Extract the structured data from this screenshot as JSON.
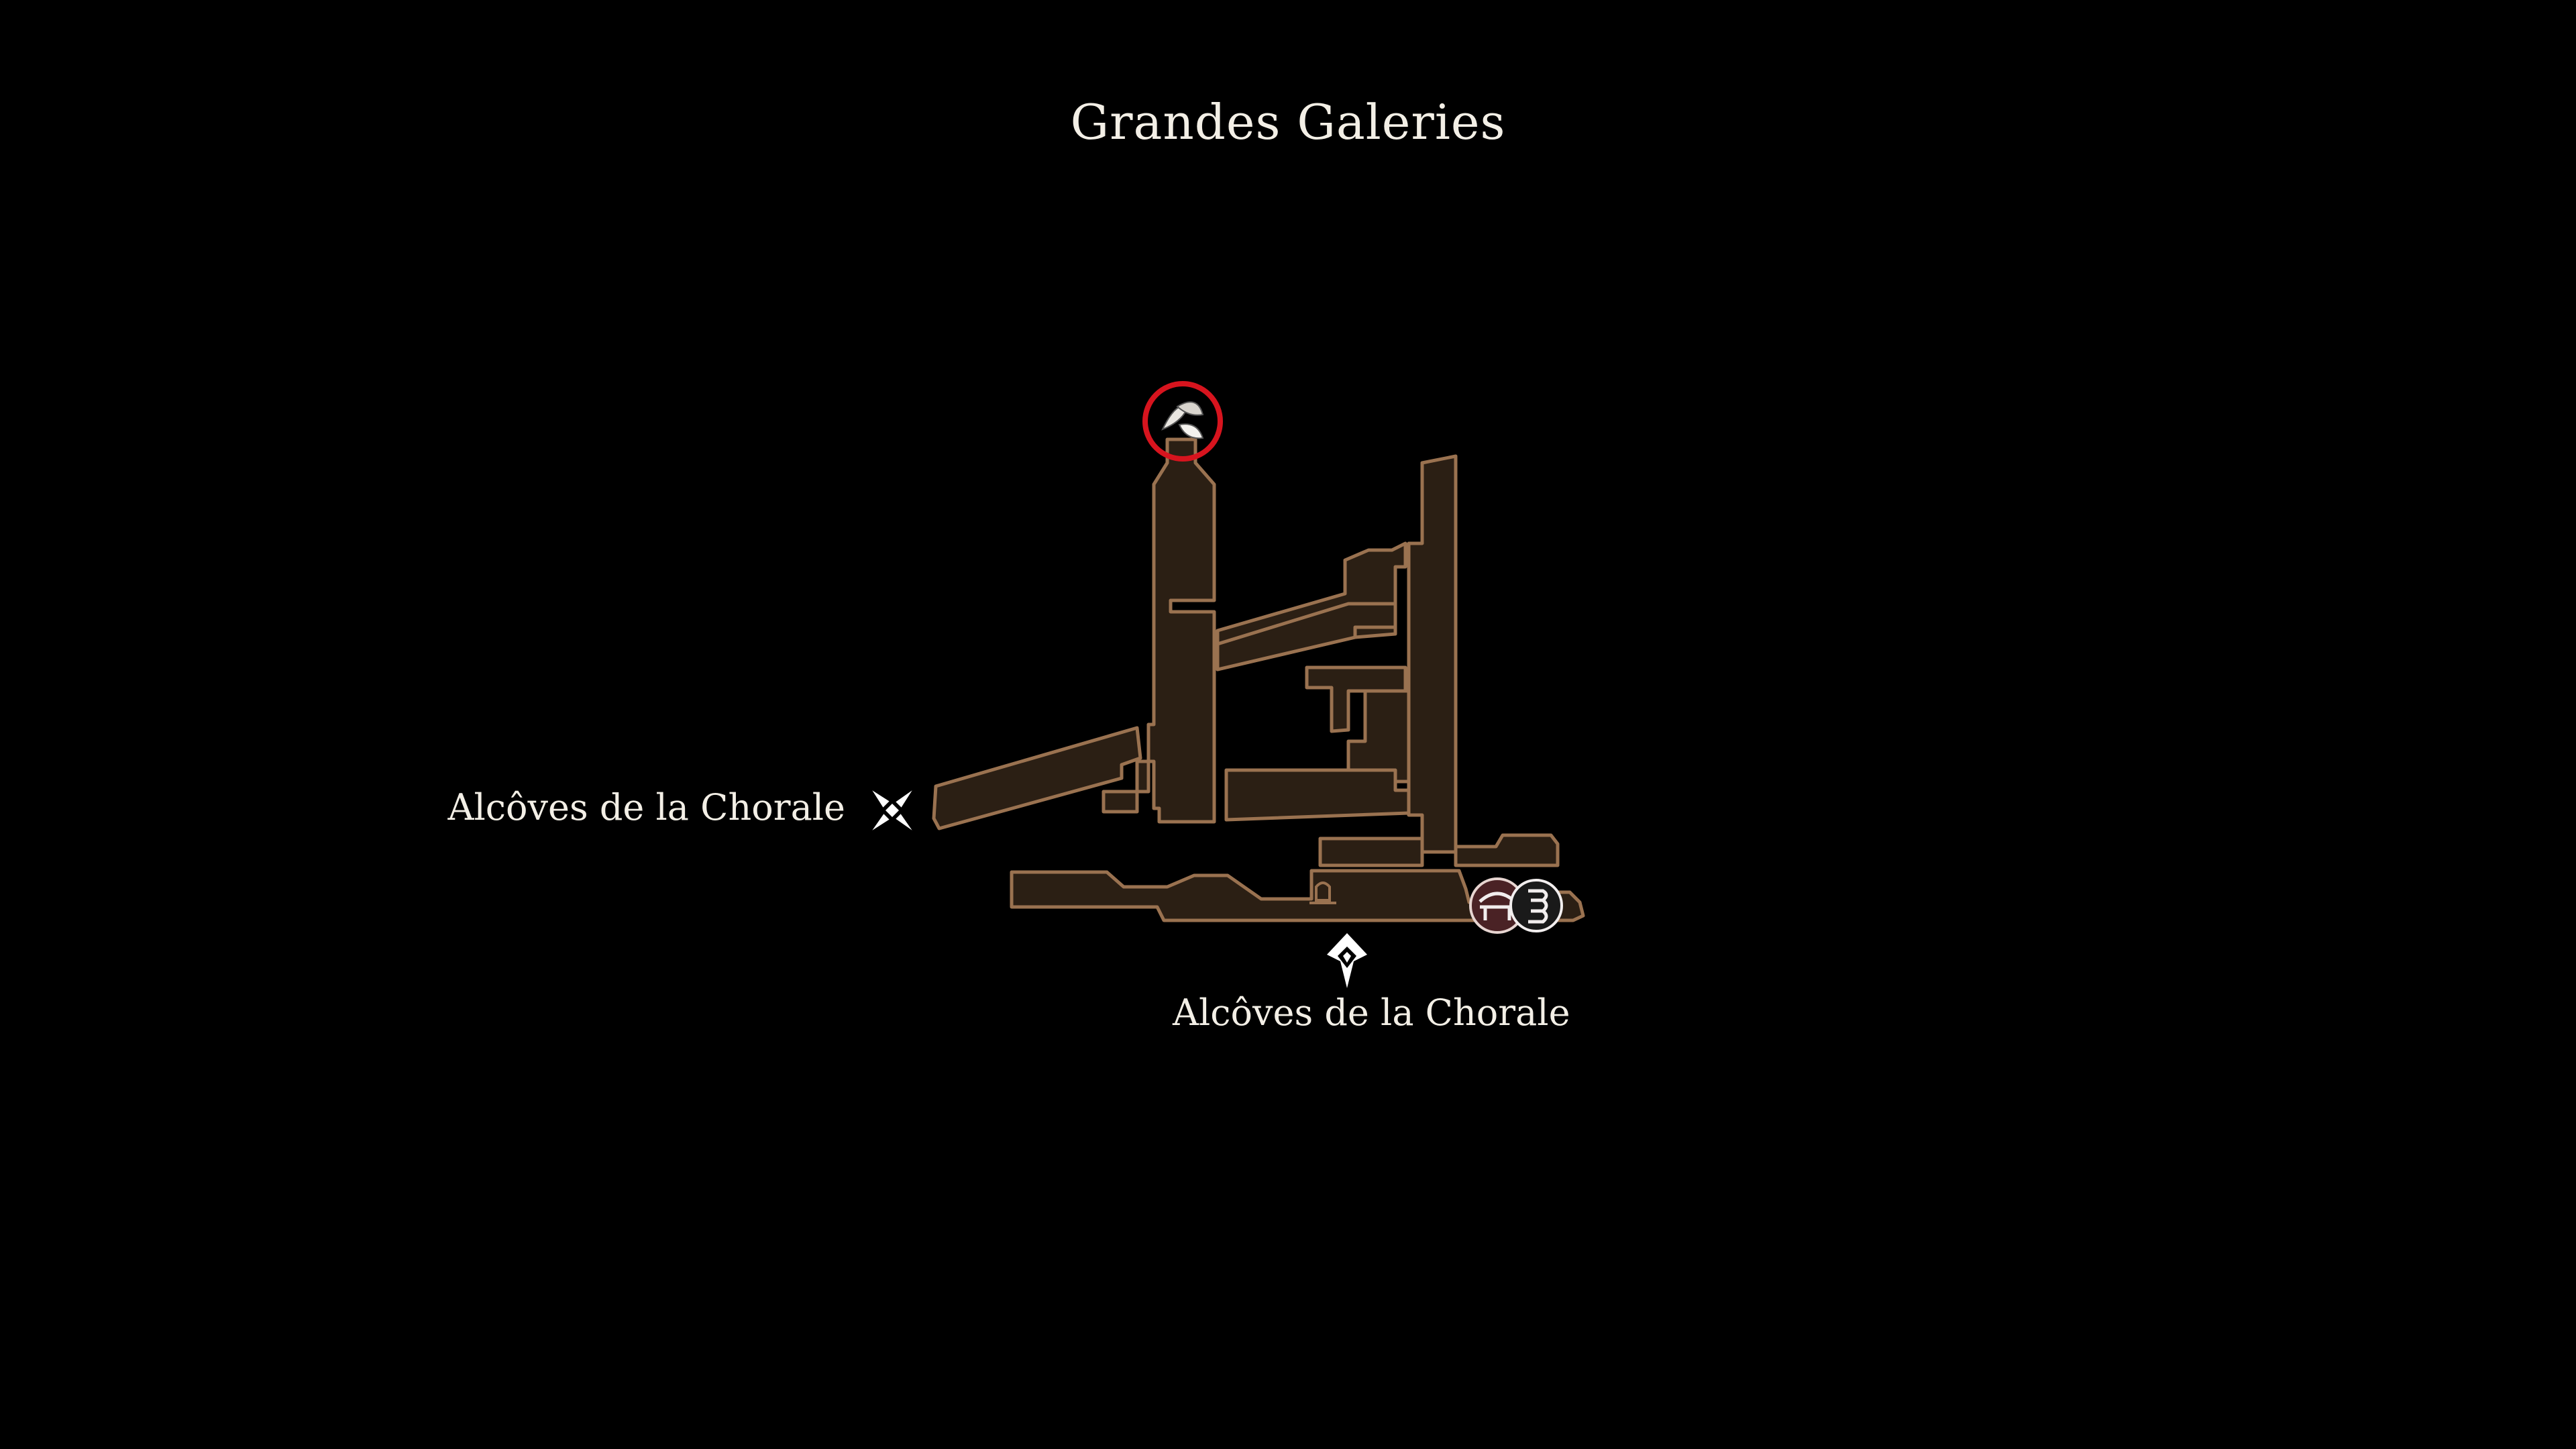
{
  "map": {
    "title": "Grandes Galeries",
    "exits": [
      {
        "label": "Alcôves de la Chorale",
        "direction": "west",
        "icon": "transition-star-icon"
      },
      {
        "label": "Alcôves de la Chorale",
        "direction": "south",
        "icon": "transition-star-icon"
      }
    ],
    "markers": [
      {
        "name": "collectible-marker",
        "icon": "flower-petal-icon",
        "highlighted": true,
        "highlight_color": "#d7141e"
      },
      {
        "name": "bench-marker",
        "icon": "bench-icon"
      },
      {
        "name": "npc-marker",
        "icon": "shell-spiral-icon"
      }
    ],
    "colors": {
      "room_fill": "#2b1f14",
      "room_outline": "#9a7250",
      "background": "#000000"
    }
  }
}
